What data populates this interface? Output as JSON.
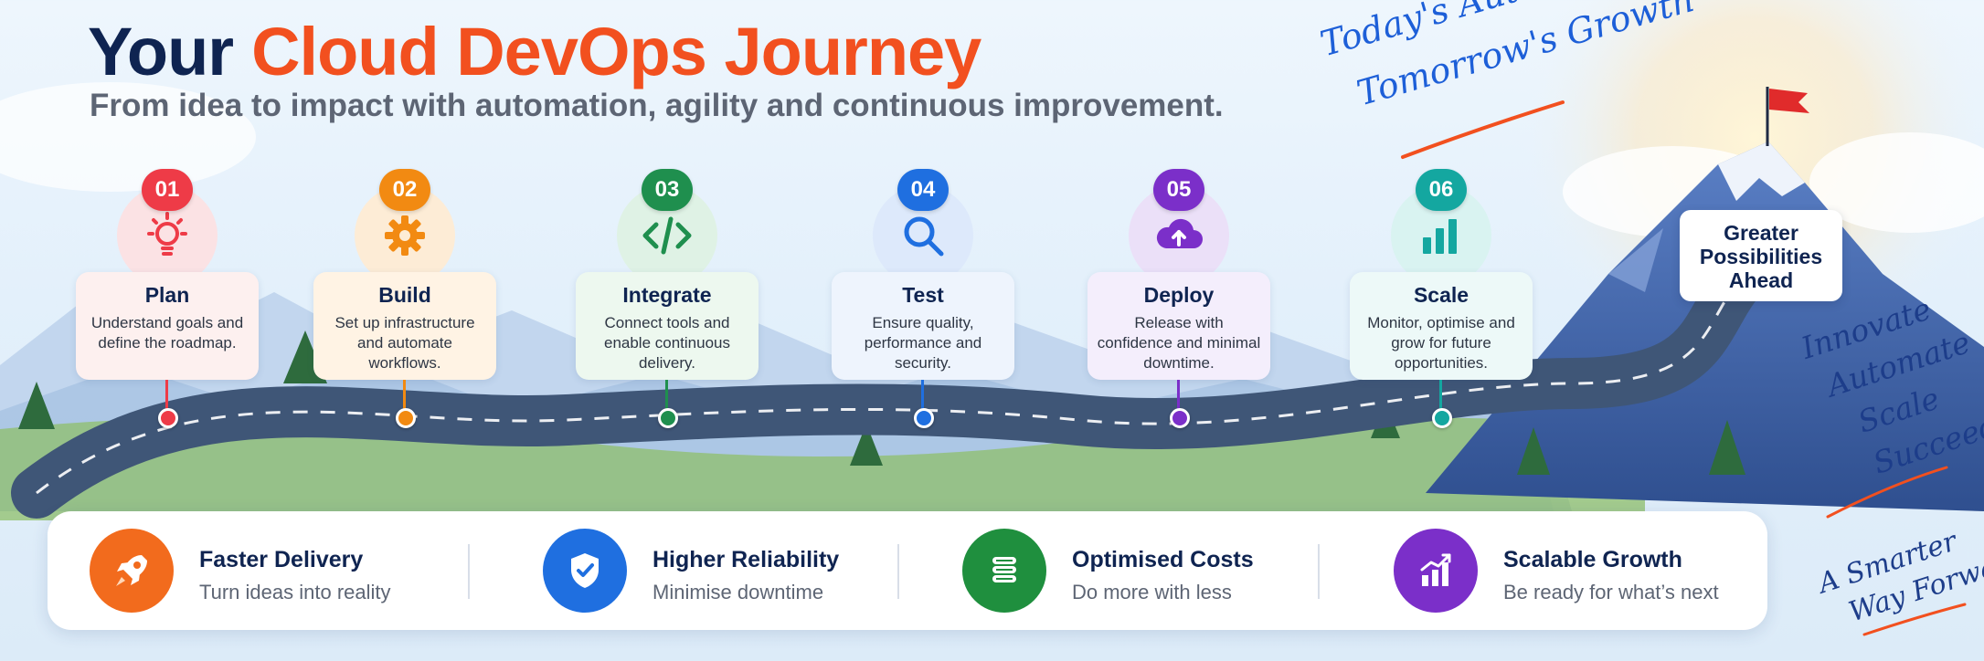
{
  "header": {
    "title_part1": "Your",
    "title_part2": "Cloud DevOps Journey",
    "subtitle": "From idea to impact with automation, agility and continuous improvement."
  },
  "motto": {
    "line1": "Today's Automation",
    "line2": "Tomorrow's Growth"
  },
  "steps": [
    {
      "number": "01",
      "title": "Plan",
      "description": "Understand goals and define the roadmap.",
      "icon": "lightbulb-icon",
      "color": "#ee3b47"
    },
    {
      "number": "02",
      "title": "Build",
      "description": "Set up infrastructure and automate workflows.",
      "icon": "gear-icon",
      "color": "#f28a12"
    },
    {
      "number": "03",
      "title": "Integrate",
      "description": "Connect tools and enable continuous delivery.",
      "icon": "code-icon",
      "color": "#1f8f4e"
    },
    {
      "number": "04",
      "title": "Test",
      "description": "Ensure quality, performance and security.",
      "icon": "magnifier-icon",
      "color": "#1f6fe0"
    },
    {
      "number": "05",
      "title": "Deploy",
      "description": "Release with confidence and minimal downtime.",
      "icon": "cloud-upload-icon",
      "color": "#7b2fc9"
    },
    {
      "number": "06",
      "title": "Scale",
      "description": "Monitor, optimise and grow for future opportunities.",
      "icon": "bar-chart-icon",
      "color": "#14a7a0"
    }
  ],
  "peak": {
    "line1": "Greater",
    "line2": "Possibilities",
    "line3": "Ahead"
  },
  "side_words": [
    "Innovate",
    "Automate",
    "Scale",
    "Succeed"
  ],
  "tagline": {
    "line1": "A Smarter",
    "line2": "Way Forward"
  },
  "benefits": [
    {
      "title": "Faster Delivery",
      "subtitle": "Turn ideas into reality",
      "icon": "rocket-icon",
      "color": "#f26b1d"
    },
    {
      "title": "Higher Reliability",
      "subtitle": "Minimise downtime",
      "icon": "shield-check-icon",
      "color": "#1f6fe0"
    },
    {
      "title": "Optimised Costs",
      "subtitle": "Do more with less",
      "icon": "coins-icon",
      "color": "#1f8f3e"
    },
    {
      "title": "Scalable Growth",
      "subtitle": "Be ready for what’s next",
      "icon": "growth-chart-icon",
      "color": "#7b2fc9"
    }
  ]
}
